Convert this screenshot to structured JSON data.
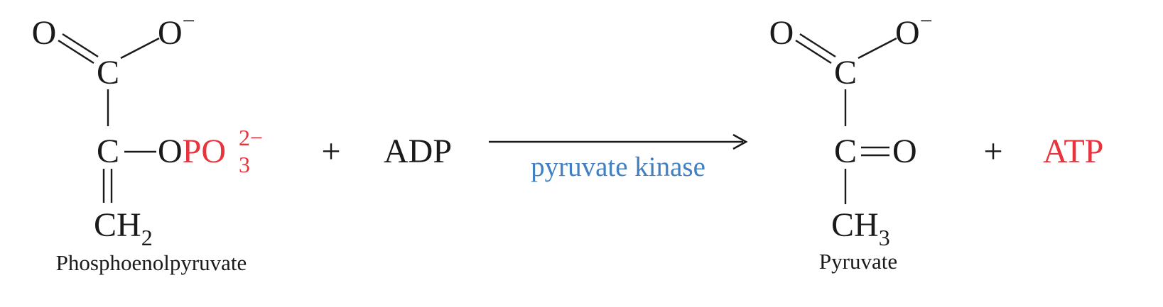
{
  "colors": {
    "ink": "#1a1a1a",
    "highlight": "#e8323c",
    "enzyme": "#3f7fc2"
  },
  "reactant": {
    "carbonyl_oxygen": "O",
    "carboxylate_oxygen": "O",
    "charge_minus": "−",
    "carboxyl_carbon": "C",
    "central_carbon": "C",
    "bond_dash": "—",
    "ester_oxygen": "O",
    "phosphate_group": "PO",
    "phosphate_subscript": "3",
    "phosphate_charge": "2−",
    "methylene": "CH",
    "methylene_subscript": "2",
    "name": "Phosphoenolpyruvate"
  },
  "plus_sign_1": "+",
  "adp": "ADP",
  "enzyme_label": "pyruvate kinase",
  "product": {
    "carbonyl_oxygen": "O",
    "carboxylate_oxygen": "O",
    "charge_minus": "−",
    "carboxyl_carbon": "C",
    "keto_carbon": "C",
    "keto_oxygen": "O",
    "methyl": "CH",
    "methyl_subscript": "3",
    "name": "Pyruvate"
  },
  "plus_sign_2": "+",
  "atp": "ATP"
}
